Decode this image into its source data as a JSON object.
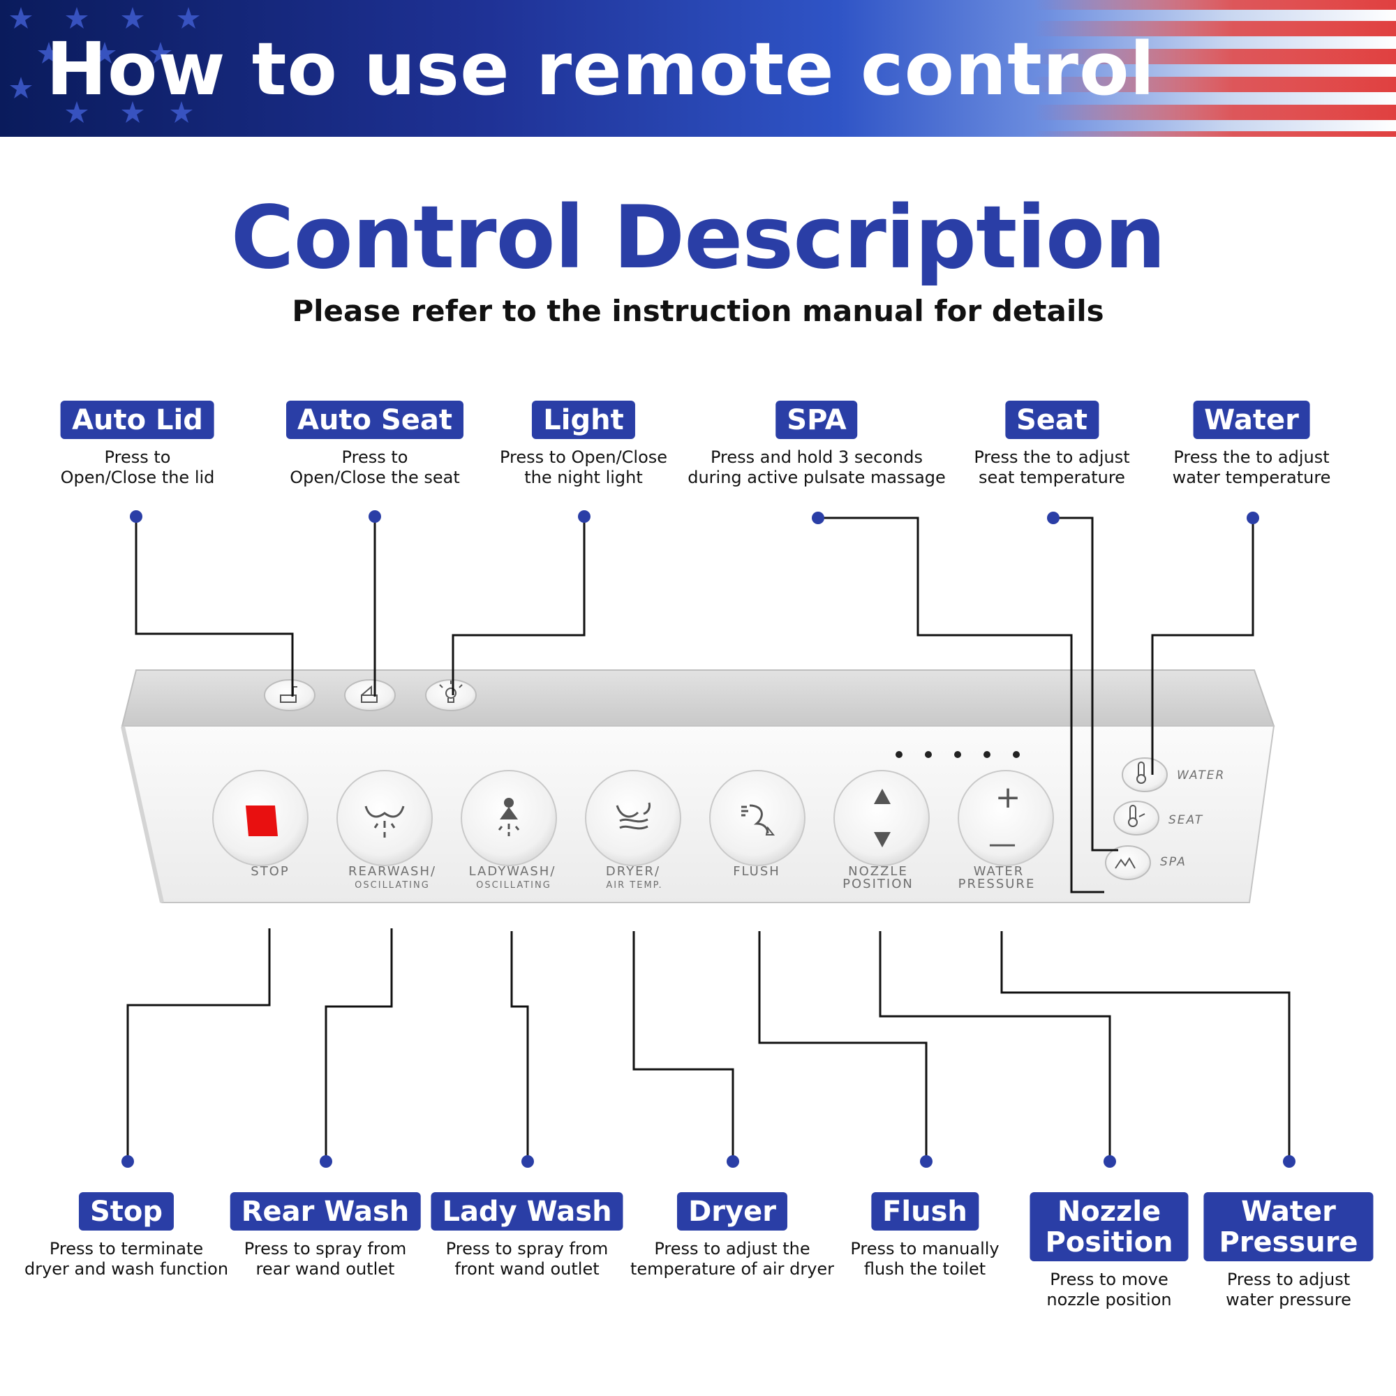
{
  "banner": {
    "title": "How to use remote control"
  },
  "header": {
    "title": "Control Description",
    "subtitle": "Please refer to the instruction manual for details"
  },
  "top_callouts": [
    {
      "label": "Auto Lid",
      "desc1": "Press to",
      "desc2": "Open/Close the lid"
    },
    {
      "label": "Auto Seat",
      "desc1": "Press to",
      "desc2": "Open/Close the seat"
    },
    {
      "label": "Light",
      "desc1": "Press to Open/Close",
      "desc2": "the night light"
    },
    {
      "label": "SPA",
      "desc1": "Press and hold 3 seconds",
      "desc2": "during active pulsate massage"
    },
    {
      "label": "Seat",
      "desc1": "Press the to adjust",
      "desc2": "seat temperature"
    },
    {
      "label": "Water",
      "desc1": "Press the to adjust",
      "desc2": "water temperature"
    }
  ],
  "bottom_callouts": [
    {
      "label": "Stop",
      "desc1": "Press to terminate",
      "desc2": "dryer and wash function"
    },
    {
      "label": "Rear Wash",
      "desc1": "Press to spray from",
      "desc2": "rear wand outlet"
    },
    {
      "label": "Lady Wash",
      "desc1": "Press to spray from",
      "desc2": "front wand outlet"
    },
    {
      "label": "Dryer",
      "desc1": "Press to adjust the",
      "desc2": "temperature of air dryer"
    },
    {
      "label": "Flush",
      "desc1": "Press to manually",
      "desc2": "flush the toilet"
    },
    {
      "label1": "Nozzle",
      "label2": "Position",
      "desc1": "Press to move",
      "desc2": "nozzle position"
    },
    {
      "label1": "Water",
      "label2": "Pressure",
      "desc1": "Press to adjust",
      "desc2": "water pressure"
    }
  ],
  "remote": {
    "buttons": [
      {
        "label": "STOP",
        "sub": ""
      },
      {
        "label": "REARWASH/",
        "sub": "OSCILLATING"
      },
      {
        "label": "LADYWASH/",
        "sub": "OSCILLATING"
      },
      {
        "label": "DRYER/",
        "sub": "AIR TEMP."
      },
      {
        "label": "FLUSH",
        "sub": ""
      },
      {
        "label": "NOZZLE",
        "sub": "POSITION"
      },
      {
        "label": "WATER",
        "sub": "PRESSURE"
      }
    ],
    "side_buttons": [
      "WATER",
      "SEAT",
      "SPA"
    ],
    "symbols": {
      "plus": "+",
      "minus": "—"
    },
    "stop_color": "#e81010"
  },
  "colors": {
    "accent": "#2a3ea6",
    "leader_line": "#111111",
    "flag_red": "#e04040"
  },
  "icons": [
    "auto-lid-icon",
    "auto-seat-icon",
    "light-bulb-icon",
    "stop-square-icon",
    "rear-wash-icon",
    "lady-wash-icon",
    "dryer-icon",
    "flush-icon",
    "up-arrow-icon",
    "down-arrow-icon",
    "plus-icon",
    "minus-icon",
    "thermometer-icon",
    "spa-mountain-icon"
  ]
}
